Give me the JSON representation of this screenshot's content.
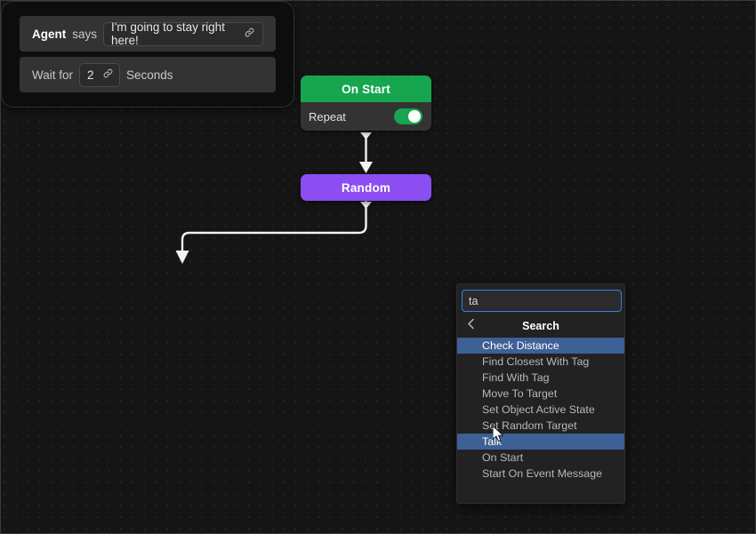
{
  "canvas": {
    "background_color": "#151515",
    "dot_color": "#262626"
  },
  "nodes": [
    {
      "id": "on-start",
      "title": "On Start",
      "header_color": "#17a54f",
      "rows": [
        {
          "label": "Repeat",
          "control": "toggle",
          "value": "on"
        }
      ]
    },
    {
      "id": "random",
      "title": "Random",
      "header_color": "#8b4ef0"
    },
    {
      "id": "agent-card",
      "statements": [
        {
          "subject": "Agent",
          "verb": "says",
          "field_value": "I'm going to stay right here!",
          "field_icon": "link-icon"
        },
        {
          "prefix": "Wait for",
          "field_value": "2",
          "field_icon": "link-icon",
          "suffix": "Seconds"
        }
      ]
    }
  ],
  "search_panel": {
    "input_value": "ta",
    "input_placeholder": "Search",
    "back_icon": "chevron-left-icon",
    "title": "Search",
    "accent_color": "#2f80ed",
    "selection_color": "#3d6095",
    "options": [
      {
        "label": "Check Distance",
        "selected": true
      },
      {
        "label": "Find Closest With Tag",
        "selected": false
      },
      {
        "label": "Find With Tag",
        "selected": false
      },
      {
        "label": "Move To Target",
        "selected": false
      },
      {
        "label": "Set Object Active State",
        "selected": false
      },
      {
        "label": "Set Random Target",
        "selected": false
      },
      {
        "label": "Talk",
        "selected": true
      },
      {
        "label": "On Start",
        "selected": false
      },
      {
        "label": "Start On Event Message",
        "selected": false
      }
    ]
  }
}
